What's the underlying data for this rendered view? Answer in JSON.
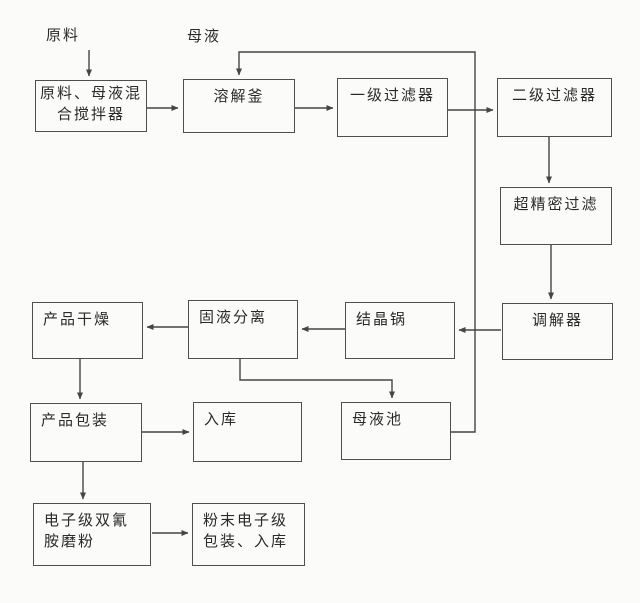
{
  "diagram": {
    "inputs": {
      "raw_material": "原料",
      "mother_liquor": "母液"
    },
    "nodes": {
      "mixer": "原料、母液混\n合搅拌器",
      "dissolver": "溶解釜",
      "filter1": "一级过滤器",
      "filter2": "二级过滤器",
      "ultra_filter": "超精密过滤",
      "regulator": "调解器",
      "crystallizer": "结晶锅",
      "separator": "固液分离",
      "dryer": "产品干燥",
      "packaging": "产品包装",
      "warehouse": "入库",
      "mother_liquor_pool": "母液池",
      "grinder": "电子级双氰\n胺磨粉",
      "powder_packaging": "粉末电子级\n包装、入库"
    },
    "flows": [
      {
        "from": "raw_material",
        "to": "mixer"
      },
      {
        "from": "mother_liquor_pool",
        "to": "dissolver",
        "label": "母液"
      },
      {
        "from": "mixer",
        "to": "dissolver"
      },
      {
        "from": "dissolver",
        "to": "filter1"
      },
      {
        "from": "filter1",
        "to": "filter2"
      },
      {
        "from": "filter2",
        "to": "ultra_filter"
      },
      {
        "from": "ultra_filter",
        "to": "regulator"
      },
      {
        "from": "regulator",
        "to": "crystallizer"
      },
      {
        "from": "crystallizer",
        "to": "separator"
      },
      {
        "from": "separator",
        "to": "dryer"
      },
      {
        "from": "separator",
        "to": "mother_liquor_pool"
      },
      {
        "from": "dryer",
        "to": "packaging"
      },
      {
        "from": "packaging",
        "to": "warehouse"
      },
      {
        "from": "packaging",
        "to": "grinder"
      },
      {
        "from": "grinder",
        "to": "powder_packaging"
      }
    ],
    "colors": {
      "line": "#454545",
      "border": "#4f4f4f",
      "text": "#2a2a2a",
      "background": "#fbfbf9"
    }
  }
}
